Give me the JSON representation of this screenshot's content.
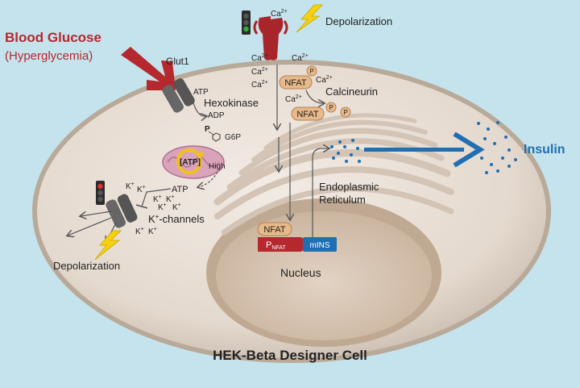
{
  "title": "HEK-Beta Designer Cell",
  "input": {
    "title": "Blood Glucose",
    "subtitle": "(Hyperglycemia)"
  },
  "output": {
    "label": "Insulin"
  },
  "labels": {
    "glut1": "Glut1",
    "atp": "ATP",
    "hexokinase": "Hexokinase",
    "adp": "ADP",
    "p": "P",
    "g6p": "G6P",
    "mito_atp": "[ATP]",
    "high": "High",
    "atp2": "ATP",
    "k": "K",
    "plus": "+",
    "kchannels": "-channels",
    "depol_top": "Depolarization",
    "depol_bottom": "Depolarization",
    "ca": "Ca",
    "caplus": "2+",
    "nfat": "NFAT",
    "calcineurin": "Calcineurin",
    "er1": "Endoplasmic",
    "er2": "Reticulum",
    "nucleus": "Nucleus",
    "pnfat_p": "P",
    "pnfat_sub": "NFAT",
    "mins": "mINS"
  },
  "colors": {
    "background": "#c5e3ec",
    "cell": "#e6dcd2",
    "red": "#b5282e",
    "blue": "#1f6fb2",
    "nfat": "#e8b98a",
    "text": "#222222"
  }
}
